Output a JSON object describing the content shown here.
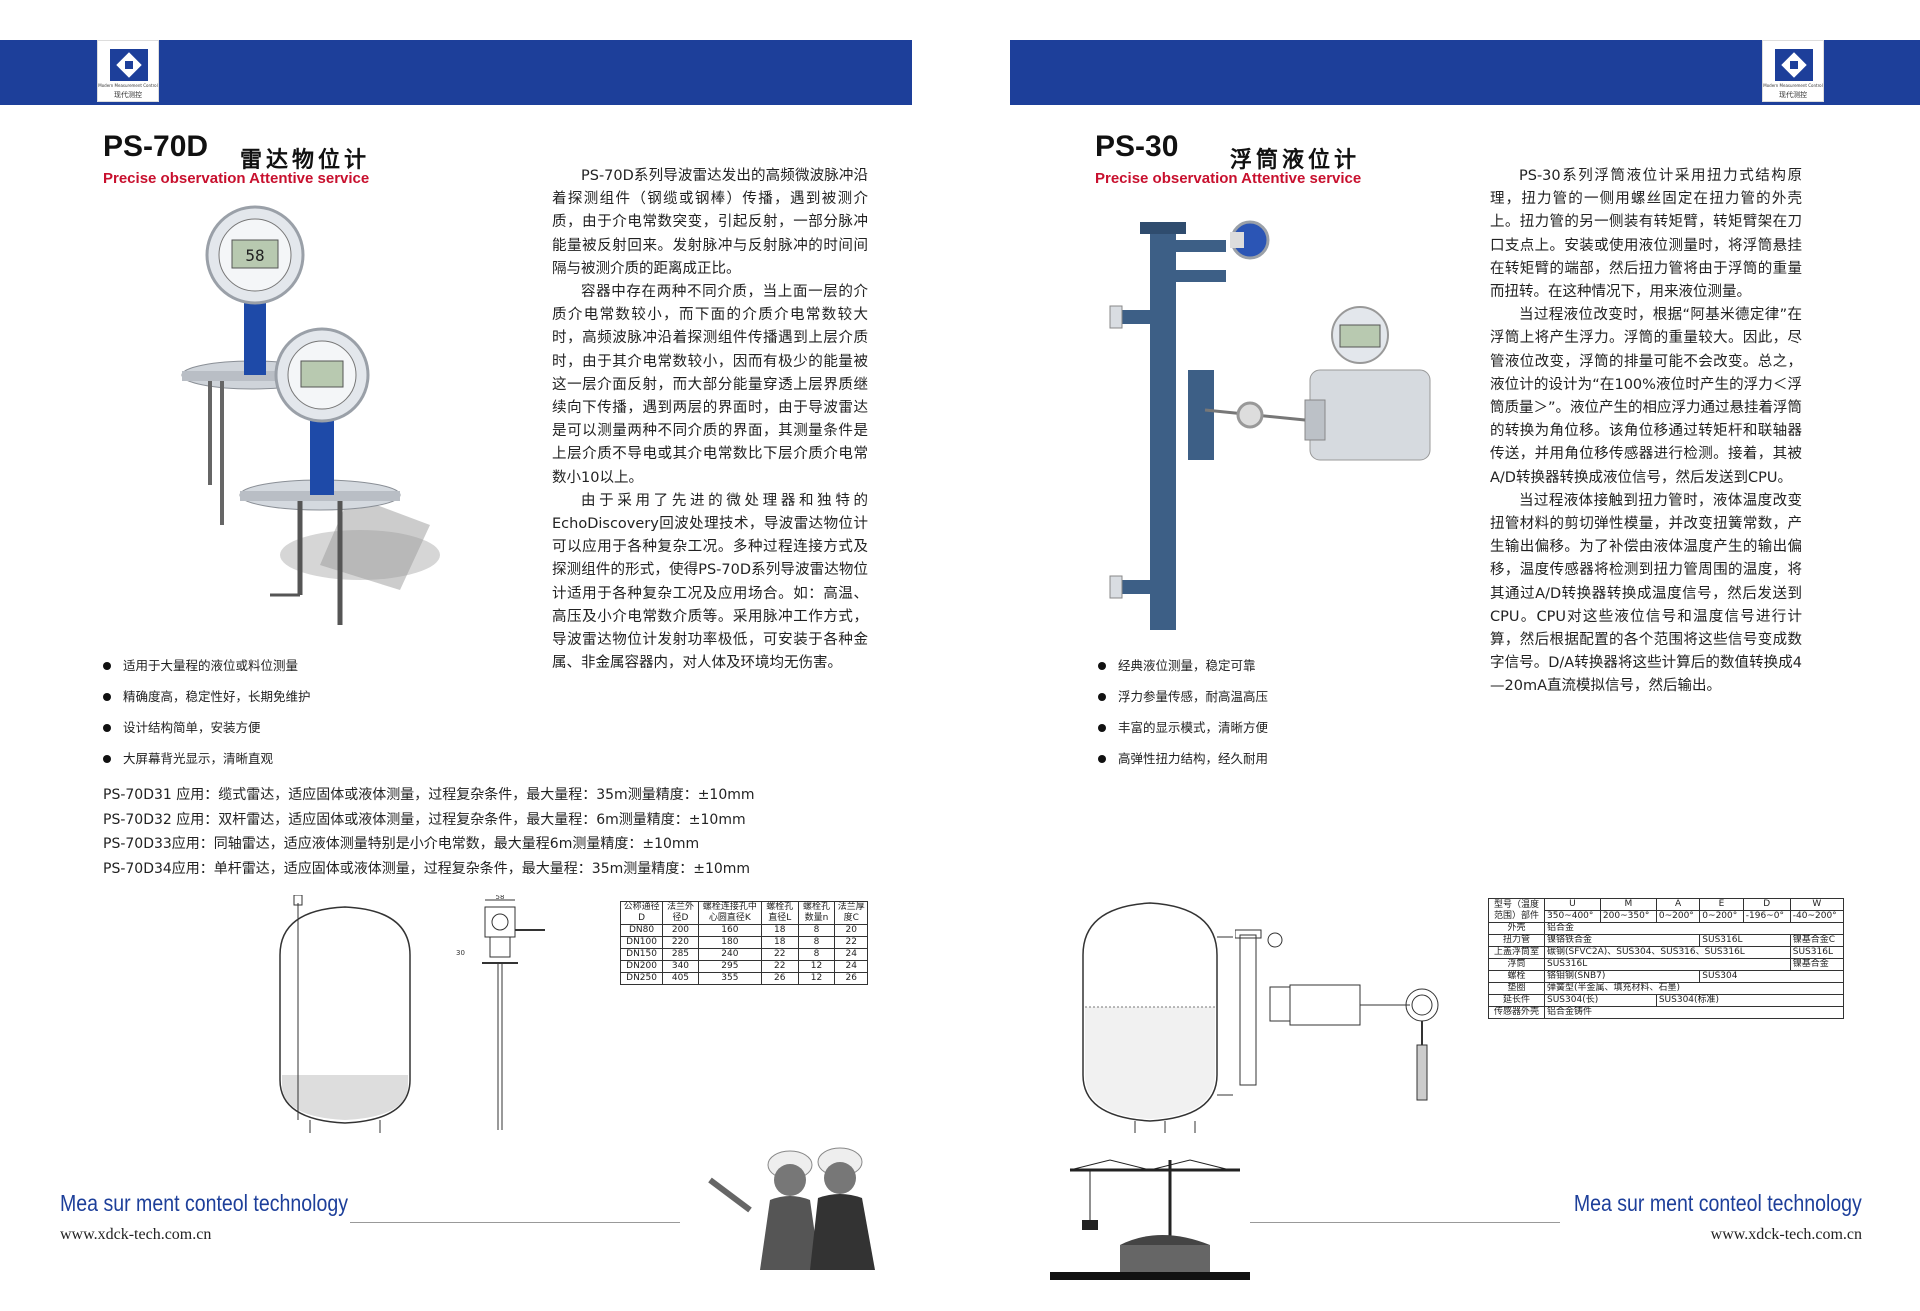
{
  "left": {
    "logo": {
      "company_en": "Modern Measurement Control",
      "company_cn": "现代测控"
    },
    "model": "PS-70D",
    "model_cn": "雷达物位计",
    "slogan": "Precise observation Attentive service",
    "paragraphs": [
      "PS-70D系列导波雷达发出的高频微波脉冲沿着探测组件（钢缆或钢棒）传播，遇到被测介质，由于介电常数突变，引起反射，一部分脉冲能量被反射回来。发射脉冲与反射脉冲的时间间隔与被测介质的距离成正比。",
      "容器中存在两种不同介质，当上面一层的介质介电常数较小，而下面的介质介电常数较大时，高频波脉冲沿着探测组件传播遇到上层介质时，由于其介电常数较小，因而有极少的能量被这一层介面反射，而大部分能量穿透上层界质继续向下传播，遇到两层的界面时，由于导波雷达是可以测量两种不同介质的界面，其测量条件是上层介质不导电或其介电常数比下层介质介电常数小10以上。",
      "由于采用了先进的微处理器和独特的EchoDiscovery回波处理技术，导波雷达物位计可以应用于各种复杂工况。多种过程连接方式及探测组件的形式，使得PS-70D系列导波雷达物位计适用于各种复杂工况及应用场合。如：高温、高压及小介电常数介质等。采用脉冲工作方式，导波雷达物位计发射功率极低，可安装于各种金属、非金属容器内，对人体及环境均无伤害。"
    ],
    "features": [
      "适用于大量程的液位或料位测量",
      "精确度高，稳定性好，长期免维护",
      "设计结构简单，安装方便",
      "大屏幕背光显示，清晰直观"
    ],
    "applications": [
      "PS-70D31 应用：缆式雷达，适应固体或液体测量，过程复杂条件，最大量程：35m测量精度：±10mm",
      "PS-70D32 应用：双杆雷达，适应固体或液体测量，过程复杂条件，最大量程：6m测量精度：±10mm",
      "PS-70D33应用：同轴雷达，适应液体测量特别是小介电常数，最大量程6m测量精度：±10mm",
      "PS-70D34应用：单杆雷达，适应固体或液体测量，过程复杂条件，最大量程：35m测量精度：±10mm"
    ],
    "display_reading": "58",
    "drawing_labels": {
      "width": "58",
      "height": "30"
    },
    "flange_table": {
      "headers": [
        "公称通径D",
        "法兰外径D",
        "螺栓连接孔中心圆直径K",
        "螺栓孔直径L",
        "螺栓孔数量n",
        "法兰厚度C"
      ],
      "rows": [
        [
          "DN80",
          "200",
          "160",
          "18",
          "8",
          "20"
        ],
        [
          "DN100",
          "220",
          "180",
          "18",
          "8",
          "22"
        ],
        [
          "DN150",
          "285",
          "240",
          "22",
          "8",
          "24"
        ],
        [
          "DN200",
          "340",
          "295",
          "22",
          "12",
          "24"
        ],
        [
          "DN250",
          "405",
          "355",
          "26",
          "12",
          "26"
        ]
      ]
    },
    "footer_en": "Mea sur ment conteol technology",
    "footer_url": "www.xdck-tech.com.cn"
  },
  "right": {
    "logo": {
      "company_en": "Modern Measurement Control",
      "company_cn": "现代测控"
    },
    "model": "PS-30",
    "model_cn": "浮筒液位计",
    "slogan": "Precise observation Attentive service",
    "paragraphs": [
      "PS-30系列浮筒液位计采用扭力式结构原理，扭力管的一侧用螺丝固定在扭力管的外壳上。扭力管的另一侧装有转矩臂，转矩臂架在刀口支点上。安装或使用液位测量时，将浮筒悬挂在转矩臂的端部，然后扭力管将由于浮筒的重量而扭转。在这种情况下，用来液位测量。",
      "当过程液位改变时，根据“阿基米德定律”在浮筒上将产生浮力。浮筒的重量较大。因此，尽管液位改变，浮筒的排量可能不会改变。总之，液位计的设计为“在100%液位时产生的浮力＜浮筒质量＞”。液位产生的相应浮力通过悬挂着浮筒的转换为角位移。该角位移通过转矩杆和联轴器传送，并用角位移传感器进行检测。接着，其被A/D转换器转换成液位信号，然后发送到CPU。",
      "当过程液体接触到扭力管时，液体温度改变扭管材料的剪切弹性模量，并改变扭簧常数，产生输出偏移。为了补偿由液体温度产生的输出偏移，温度传感器将检测到扭力管周围的温度，将其通过A/D转换器转换成温度信号，然后发送到CPU。CPU对这些液位信号和温度信号进行计算，然后根据配置的各个范围将这些信号变成数字信号。D/A转换器将这些计算后的数值转换成4—20mA直流模拟信号，然后输出。"
    ],
    "features": [
      "经典液位测量，稳定可靠",
      "浮力参量传感，耐高温高压",
      "丰富的显示模式，清晰方便",
      "高弹性扭力结构，经久耐用"
    ],
    "material_table": {
      "header_label": "型号（温度范围）部件",
      "codes": [
        "U",
        "M",
        "A",
        "E",
        "D",
        "W"
      ],
      "ranges": [
        "350~400°",
        "200~350°",
        "0~200°",
        "0~200°",
        "-196~0°",
        "-40~200°"
      ],
      "rows": [
        {
          "part": "外壳",
          "cells": [
            "铝合金"
          ]
        },
        {
          "part": "扭力管",
          "cells": [
            "镍铬铁合金",
            "SUS316L",
            "镍基合金C"
          ]
        },
        {
          "part": "上盖浮筒室",
          "cells": [
            "碳钢(SFVC2A)、SUS304、SUS316、SUS316L",
            "SUS316L"
          ]
        },
        {
          "part": "浮筒",
          "cells": [
            "SUS316L",
            "镍基合金"
          ]
        },
        {
          "part": "螺栓",
          "cells": [
            "铬钼钢(SNB7)",
            "SUS304"
          ]
        },
        {
          "part": "垫圈",
          "cells": [
            "弹簧型(半金属、填充材料、石墨)"
          ]
        },
        {
          "part": "延长件",
          "cells": [
            "SUS304(长)",
            "SUS304(标准)"
          ]
        },
        {
          "part": "传感器外壳",
          "cells": [
            "铝合金铸件"
          ]
        }
      ]
    },
    "footer_en": "Mea sur ment conteol technology",
    "footer_url": "www.xdck-tech.com.cn"
  },
  "colors": {
    "brand_blue": "#1d3f9a",
    "slogan_red": "#c8102e"
  }
}
